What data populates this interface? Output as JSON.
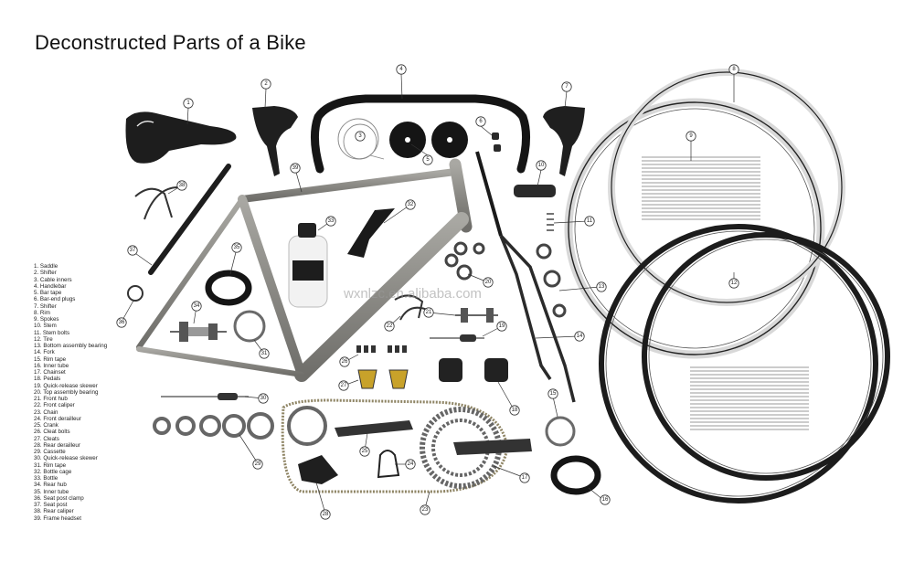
{
  "title": "Deconstructed Parts of a Bike",
  "watermark": "wxnlzc.en.alibaba.com",
  "legend": [
    "1. Saddle",
    "2. Shifter",
    "3. Cable inners",
    "4. Handlebar",
    "5. Bar tape",
    "6. Bar-end plugs",
    "7. Shifter",
    "8. Rim",
    "9. Spokes",
    "10. Stem",
    "11. Stem bolts",
    "12. Tire",
    "13. Bottom assembly bearing",
    "14. Fork",
    "15. Rim tape",
    "16. Inner tube",
    "17. Chainset",
    "18. Pedals",
    "19. Quick-release skewer",
    "20. Top assembly bearing",
    "21. Front hub",
    "22. Front caliper",
    "23. Chain",
    "24. Front derailleur",
    "25. Crank",
    "26. Cleat bolts",
    "27. Cleats",
    "28. Rear derailleur",
    "29. Cassette",
    "30. Quick-release skewer",
    "31. Rim tape",
    "32. Bottle cage",
    "33. Bottle",
    "34. Rear hub",
    "35. Inner tube",
    "36. Seat post clamp",
    "37. Seat post",
    "38. Rear caliper",
    "39. Frame headset"
  ],
  "callouts": [
    "1",
    "2",
    "3",
    "4",
    "5",
    "6",
    "7",
    "8",
    "9",
    "10",
    "11",
    "12",
    "13",
    "14",
    "15",
    "16",
    "17",
    "18",
    "19",
    "20",
    "21",
    "22",
    "23",
    "24",
    "25",
    "26",
    "27",
    "28",
    "29",
    "30",
    "31",
    "32",
    "33",
    "34",
    "35",
    "36",
    "37",
    "38",
    "39"
  ],
  "colors": {
    "frame": "#8c8b86",
    "dark_part": "#1a1a1a",
    "metal": "#b9b9b9",
    "leader": "#333333"
  }
}
